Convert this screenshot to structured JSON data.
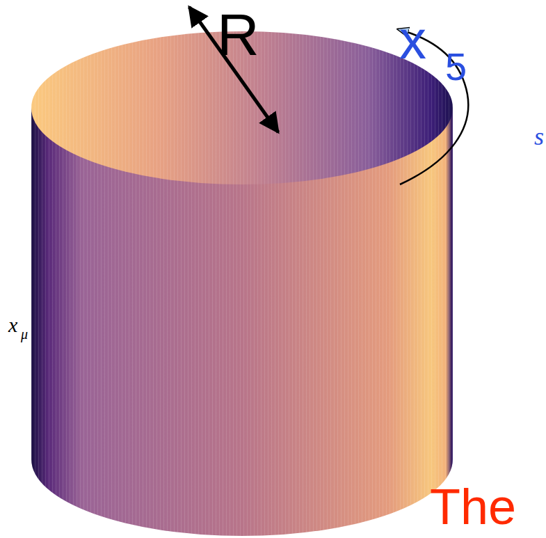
{
  "diagram": {
    "labels": [
      "R",
      "x",
      "5",
      "s",
      "x",
      "μ",
      "The"
    ]
  }
}
